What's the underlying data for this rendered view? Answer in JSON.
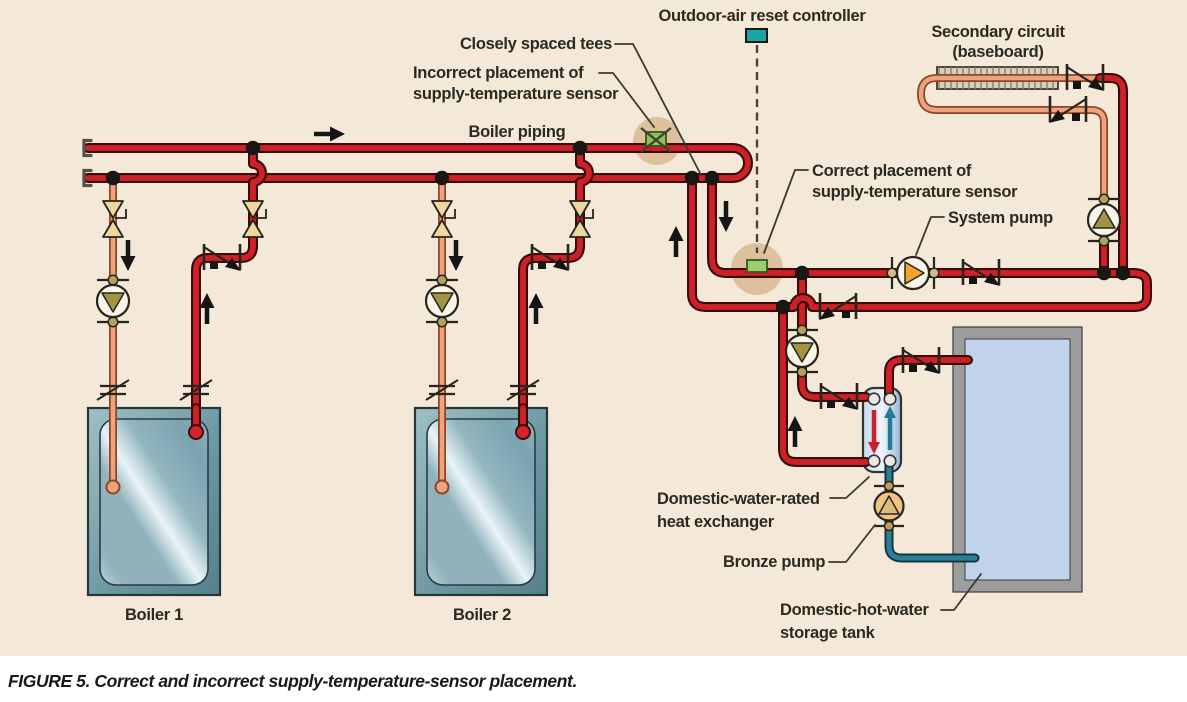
{
  "figure": {
    "caption": "FIGURE 5. Correct and incorrect supply-temperature-sensor placement."
  },
  "labels": {
    "closely_spaced_tees": "Closely spaced tees",
    "incorrect_line1": "Incorrect placement of",
    "incorrect_line2": "supply-temperature sensor",
    "boiler_piping": "Boiler piping",
    "outdoor_reset": "Outdoor-air reset controller",
    "secondary_line1": "Secondary circuit",
    "secondary_line2": "(baseboard)",
    "correct_line1": "Correct placement of",
    "correct_line2": "supply-temperature sensor",
    "system_pump": "System pump",
    "boiler_1": "Boiler 1",
    "boiler_2": "Boiler 2",
    "heat_exchanger_line1": "Domestic-water-rated",
    "heat_exchanger_line2": "heat exchanger",
    "bronze_pump": "Bronze pump",
    "storage_tank_line1": "Domestic-hot-water",
    "storage_tank_line2": "storage tank"
  },
  "colors": {
    "background": "#f4e9d8",
    "pipe_red": "#ce2127",
    "pipe_salmon": "#eba47d",
    "pipe_teal": "#2a7f96",
    "sensor_green": "#8cc063",
    "controller_teal": "#18a7a2",
    "highlight_tan": "#dcc19a",
    "valve_yellow": "#ecd79c",
    "pump_olive": "#a39344",
    "pump_orange": "#f5a428",
    "pump_bronze": "#f2c285",
    "tank_blue": "#c2d3ee",
    "boiler_teal": "#7ba3af"
  },
  "icons": {
    "pump": "circle with directional triangle",
    "gate_valve": "yellow double-triangle bowtie",
    "check_valve": "diagonal flap with flow arrow and pivot square",
    "union": "double bars with slash",
    "junction": "filled black dot",
    "temperature_sensor": "green rectangle on pipe",
    "reset_controller": "teal rectangle with dashed signal line",
    "flow_arrow": "black arrow"
  }
}
